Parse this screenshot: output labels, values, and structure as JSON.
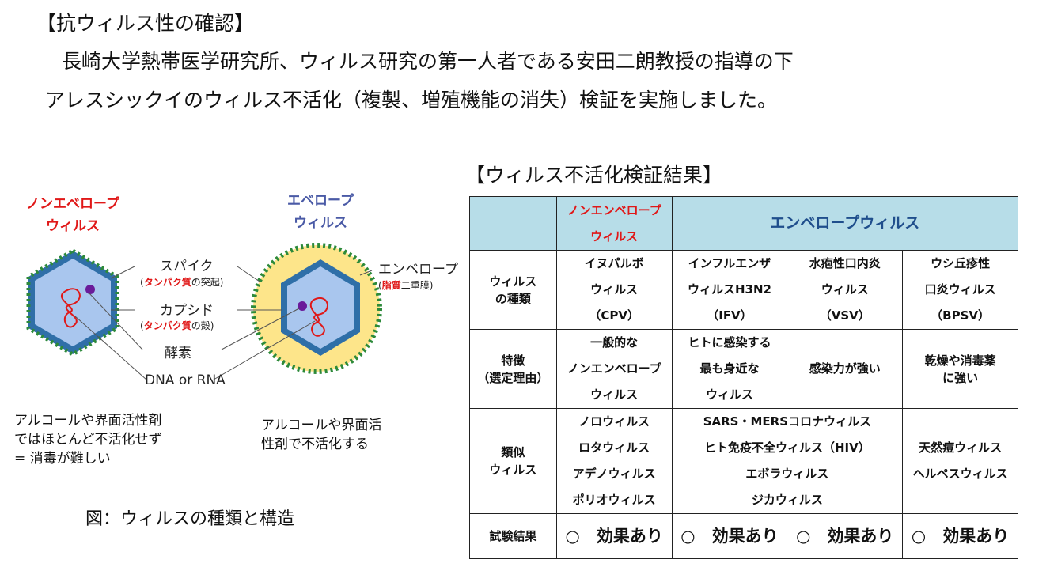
{
  "heading": "【抗ウィルス性の確認】",
  "intro": {
    "line1": "長崎大学熱帯医学研究所、ウィルス研究の第一人者である安田二朗教授の指導の下",
    "line2": "アレスシックイのウィルス不活化（複製、増殖機能の消失）検証を実施しました。"
  },
  "diagram": {
    "nonenv_title": [
      "ノンエベロープ",
      "ウィルス"
    ],
    "env_title": [
      "エベロープ",
      "ウィルス"
    ],
    "callouts": {
      "spike": "スパイク",
      "spike_sub_red": "タンパク質",
      "spike_sub": "の突起)",
      "capsid": "カプシド",
      "capsid_sub_red": "タンパク質",
      "capsid_sub": "の殻)",
      "enzyme": "酵素",
      "dna": "DNA or RNA",
      "envelope": "エンベロープ",
      "envelope_sub_red": "脂質",
      "envelope_sub": "二重膜)"
    },
    "nonenv_note": [
      "アルコールや界面活性剤",
      "ではほとんど不活化せず",
      "= 消毒が難しい"
    ],
    "env_note": [
      "アルコールや界面活",
      "性剤で不活化する"
    ],
    "caption": "図：ウィルスの種類と構造"
  },
  "results": {
    "title": "【ウィルス不活化検証結果】",
    "header_nonenv": [
      "ノンエンベロープ",
      "ウィルス"
    ],
    "header_env": "エンベロープウィルス",
    "row_labels": {
      "type": [
        "ウィルス",
        "の種類"
      ],
      "feature": [
        "特徴",
        "（選定理由）"
      ],
      "similar": [
        "類似",
        "ウィルス"
      ],
      "result": "試験結果"
    },
    "types": [
      [
        "イヌパルボ",
        "ウィルス",
        "（CPV）"
      ],
      [
        "インフルエンザ",
        "ウィルスH3N2",
        "（IFV）"
      ],
      [
        "水疱性口内炎",
        "ウィルス",
        "（VSV）"
      ],
      [
        "ウシ丘疹性",
        "口炎ウィルス",
        "（BPSV）"
      ]
    ],
    "features": [
      [
        "一般的な",
        "ノンエンベロープ",
        "ウィルス"
      ],
      [
        "ヒトに感染する",
        "最も身近な",
        "ウィルス"
      ],
      [
        "感染力が強い"
      ],
      [
        "乾燥や消毒薬",
        "に強い"
      ]
    ],
    "similar": {
      "nonenv": [
        "ノロウィルス",
        "ロタウィルス",
        "アデノウィルス",
        "ポリオウィルス"
      ],
      "env_mid": [
        "SARS・MERSコロナウィルス",
        "ヒト免疫不全ウィルス（HIV）",
        "エボラウィルス",
        "ジカウィルス"
      ],
      "env_right": [
        "天然痘ウィルス",
        "ヘルペスウィルス"
      ]
    },
    "outcome": "○　効果あり"
  },
  "colors": {
    "header_bg": "#b7dde8",
    "red": "#e01818",
    "blue": "#1f4e8c",
    "capsid_blue": "#2f6fa8",
    "envelope_yellow": "#fde58a"
  }
}
